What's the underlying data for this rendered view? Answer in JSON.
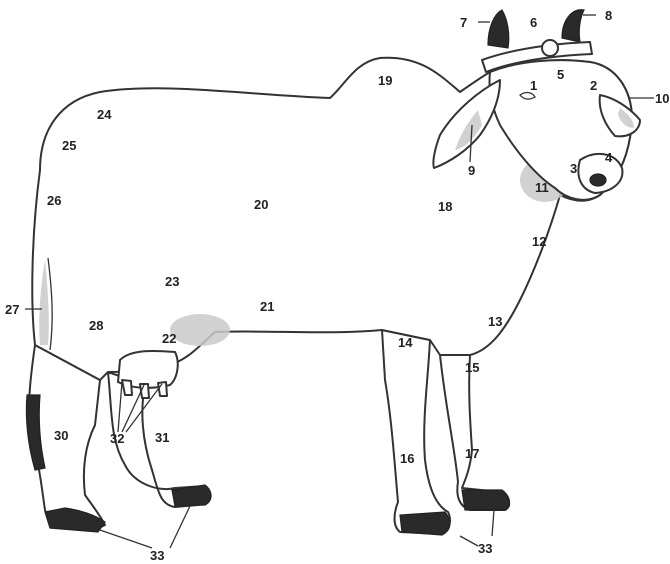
{
  "labels": {
    "l1": "1",
    "l2": "2",
    "l3": "3",
    "l4": "4",
    "l5": "5",
    "l6": "6",
    "l7": "7",
    "l8": "8",
    "l9": "9",
    "l10": "10",
    "l11": "11",
    "l12": "12",
    "l13": "13",
    "l14": "14",
    "l15": "15",
    "l16": "16",
    "l17": "17",
    "l18": "18",
    "l19": "19",
    "l20": "20",
    "l21": "21",
    "l22": "22",
    "l23": "23",
    "l24": "24",
    "l25": "25",
    "l26": "26",
    "l27": "27",
    "l28": "28",
    "l30": "30",
    "l31": "31",
    "l32": "32",
    "l33a": "33",
    "l33b": "33"
  }
}
